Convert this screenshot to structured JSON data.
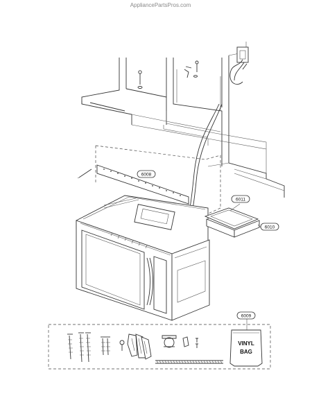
{
  "watermark": "AppliancePartsPros.com",
  "callouts": {
    "c6008": "6008",
    "c6011": "6011",
    "c6010": "6010",
    "c6009": "6009"
  },
  "bag": {
    "line1": "VINYL",
    "line2": "BAG"
  }
}
